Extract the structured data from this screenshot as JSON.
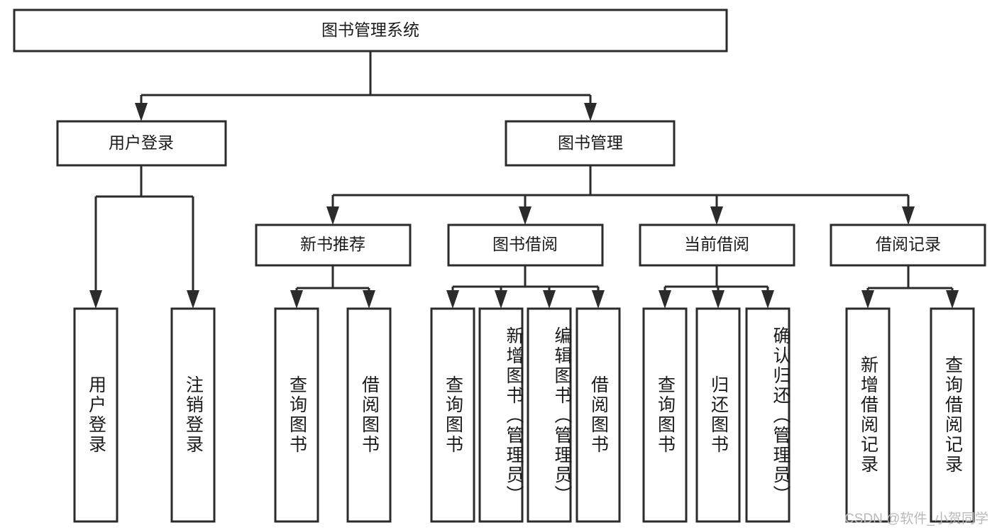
{
  "diagram": {
    "title": "图书管理系统",
    "type": "hierarchy-tree",
    "watermark": "CSDN @软件_小贺同学",
    "root": {
      "id": "root",
      "label": "图书管理系统",
      "orientation": "horizontal"
    },
    "level2": [
      {
        "id": "user-login",
        "label": "用户登录",
        "orientation": "horizontal"
      },
      {
        "id": "book-manage",
        "label": "图书管理",
        "orientation": "horizontal"
      }
    ],
    "level3": [
      {
        "id": "new-book-rec",
        "label": "新书推荐",
        "orientation": "horizontal",
        "parent": "book-manage"
      },
      {
        "id": "book-borrow",
        "label": "图书借阅",
        "orientation": "horizontal",
        "parent": "book-manage"
      },
      {
        "id": "current-borrow",
        "label": "当前借阅",
        "orientation": "horizontal",
        "parent": "book-manage"
      },
      {
        "id": "borrow-record",
        "label": "借阅记录",
        "orientation": "horizontal",
        "parent": "book-manage"
      }
    ],
    "leaves": [
      {
        "id": "leaf-user-login",
        "label": "用户登录",
        "parent": "user-login",
        "orientation": "vertical"
      },
      {
        "id": "leaf-user-logout",
        "label": "注销登录",
        "parent": "user-login",
        "orientation": "vertical"
      },
      {
        "id": "leaf-query-book-1",
        "label": "查询图书",
        "parent": "new-book-rec",
        "orientation": "vertical"
      },
      {
        "id": "leaf-borrow-book-1",
        "label": "借阅图书",
        "parent": "new-book-rec",
        "orientation": "vertical"
      },
      {
        "id": "leaf-query-book-2",
        "label": "查询图书",
        "parent": "book-borrow",
        "orientation": "vertical"
      },
      {
        "id": "leaf-add-book",
        "label": "新增图书（管理员）",
        "parent": "book-borrow",
        "orientation": "vertical"
      },
      {
        "id": "leaf-edit-book",
        "label": "编辑图书（管理员）",
        "parent": "book-borrow",
        "orientation": "vertical"
      },
      {
        "id": "leaf-borrow-book-2",
        "label": "借阅图书",
        "parent": "book-borrow",
        "orientation": "vertical"
      },
      {
        "id": "leaf-query-book-3",
        "label": "查询图书",
        "parent": "current-borrow",
        "orientation": "vertical"
      },
      {
        "id": "leaf-return-book",
        "label": "归还图书",
        "parent": "current-borrow",
        "orientation": "vertical"
      },
      {
        "id": "leaf-confirm-return",
        "label": "确认归还（管理员）",
        "parent": "current-borrow",
        "orientation": "vertical"
      },
      {
        "id": "leaf-add-record",
        "label": "新增借阅记录",
        "parent": "borrow-record",
        "orientation": "vertical"
      },
      {
        "id": "leaf-query-record",
        "label": "查询借阅记录",
        "parent": "borrow-record",
        "orientation": "vertical"
      }
    ],
    "colors": {
      "stroke": "#2b2b2b",
      "fill": "#ffffff",
      "text": "#1a1a1a",
      "watermark": "#b9b9b9"
    }
  }
}
